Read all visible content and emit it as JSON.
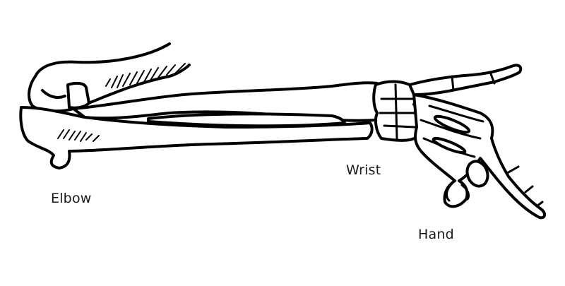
{
  "diagram": {
    "subject": "forearm-and-hand-skeleton",
    "labels": {
      "elbow": "Elbow",
      "wrist": "Wrist",
      "hand": "Hand"
    },
    "colors": {
      "background": "#ffffff",
      "line": "#000000",
      "text": "#1a1a1a"
    }
  }
}
